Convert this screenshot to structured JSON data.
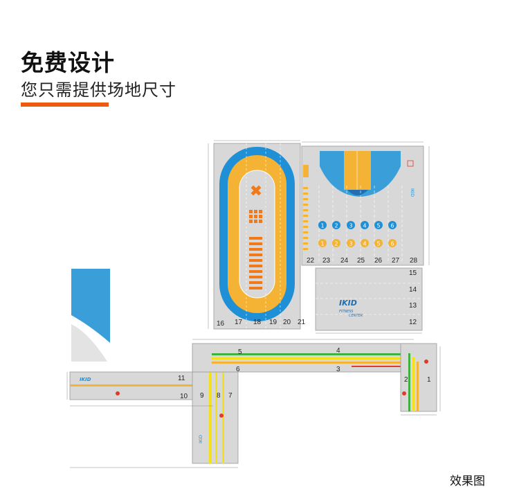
{
  "header": {
    "title": "免费设计",
    "subtitle": "您只需提供场地尺寸"
  },
  "caption": "效果图",
  "logo": {
    "brand": "IKID",
    "line1": "FITNESS",
    "line2": "CENTER"
  },
  "colors": {
    "accent": "#ee5a10",
    "track_blue": "#1f8fd6",
    "track_orange": "#f5b335",
    "floor_grey": "#d8d8d8",
    "marker_orange": "#f07a1a",
    "lane_yellow": "#f5e11a",
    "lane_green": "#3db33d",
    "lane_red": "#e03a2a"
  },
  "zones": {
    "n1": "1",
    "n2": "2",
    "n3": "3",
    "n4": "4",
    "n5": "5",
    "n6": "6",
    "n7": "7",
    "n8": "8",
    "n9": "9",
    "n10": "10",
    "n11": "11",
    "n12": "12",
    "n13": "13",
    "n14": "14",
    "n15": "15",
    "n16": "16",
    "n17": "17",
    "n18": "18",
    "n19": "19",
    "n20": "20",
    "n21": "21",
    "n22": "22",
    "n23": "23",
    "n24": "24",
    "n25": "25",
    "n26": "26",
    "n27": "27",
    "n28": "28"
  },
  "court_circles": {
    "blue": [
      "1",
      "2",
      "3",
      "4",
      "5",
      "6"
    ],
    "orange": [
      "1",
      "2",
      "3",
      "4",
      "5",
      "6"
    ]
  }
}
